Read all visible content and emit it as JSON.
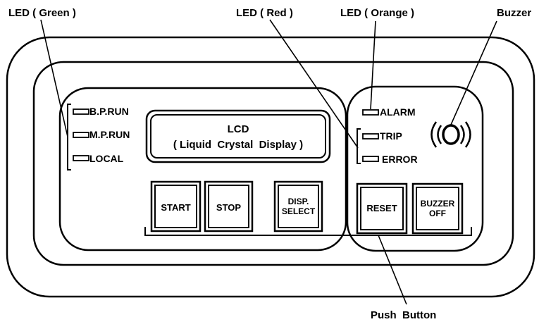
{
  "callouts": {
    "led_green": "LED ( Green )",
    "led_red": "LED ( Red )",
    "led_orange": "LED ( Orange )",
    "buzzer": "Buzzer",
    "push_button": "Push  Button"
  },
  "left_leds": [
    "B.P.RUN",
    "M.P.RUN",
    "LOCAL"
  ],
  "lcd": {
    "line1": "LCD",
    "line2": "( Liquid  Crystal  Display )"
  },
  "right_leds": [
    "ALARM",
    "TRIP",
    "ERROR"
  ],
  "buttons": {
    "start": "START",
    "stop": "STOP",
    "disp_line1": "DISP.",
    "disp_line2": "SELECT",
    "reset": "RESET",
    "buzzer_line1": "BUZZER",
    "buzzer_line2": "OFF"
  }
}
